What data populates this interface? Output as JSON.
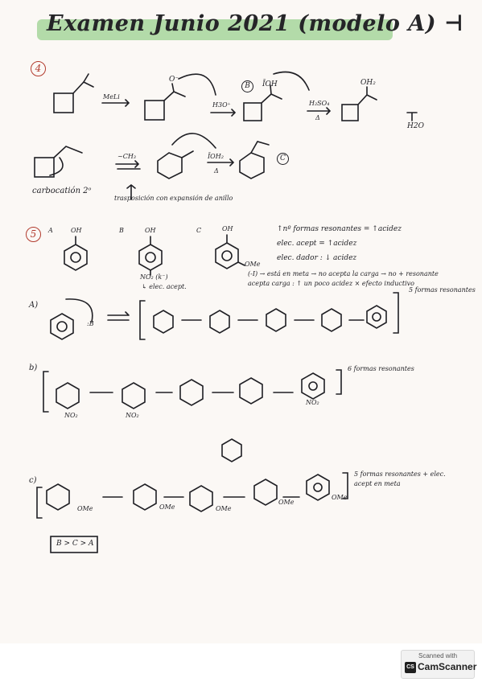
{
  "title": "Examen Junio 2021 (modelo A) ⊣",
  "q4": {
    "number": "4",
    "step1_reagent": "MeLi",
    "step1_o": "O⁻",
    "step2_reagent": "H3O⁺",
    "step3_label": "B",
    "step3_oh": "ĪOH",
    "step3_reagent": "H₂SO₄",
    "step3_heat": "Δ",
    "step4_oh2": "OH₂",
    "step4_water": "H2O",
    "step5_shift": "~CH₃",
    "step6_oh": "ĪOH₂",
    "step6_heat": "Δ",
    "step6_label": "C",
    "carbocation_label": "carbocatión 2ᵒ",
    "transposition_label": "trasposición con expansión de anillo"
  },
  "q5": {
    "number": "5",
    "compound_a": "A",
    "compound_b": "B",
    "compound_c": "C",
    "oh_a": "OH",
    "oh_b": "OH",
    "oh_c": "OH",
    "ome_c": "OMe",
    "no2_b": "NO₂ (k⁻)",
    "elec_acept_b": "↳ elec. acept.",
    "rule1": "↑nº formas resonantes = ↑acidez",
    "rule2": "elec. acept = ↑acidez",
    "rule3": "elec. dador : ↓ acidez",
    "rule4": "(-I) → está en meta → no acepta la carga → no + resonante",
    "rule5": "acepta carga : ↑ un poco acidez × efecto inductivo",
    "part_a": "A)",
    "part_b": "b)",
    "part_c": "c)",
    "base": ":B",
    "a_note": "5 formas resonantes",
    "b_note": "6 formas resonantes",
    "c_note": "5 formas resonantes + elec. acept en meta",
    "ome_label": "OMe",
    "no2_label": "NO₂",
    "conclusion": "B > C > A"
  },
  "watermark": {
    "scanned_with": "Scanned with",
    "brand": "CamScanner",
    "logo": "CS"
  }
}
